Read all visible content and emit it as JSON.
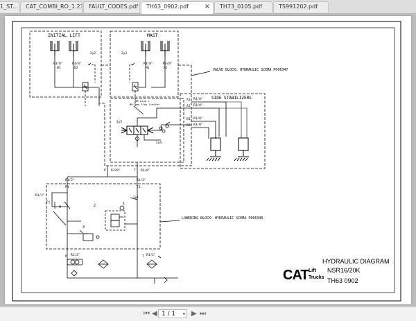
{
  "tabs": [
    {
      "label": "1_ST..."
    },
    {
      "label": "CAT_COMBI_RO_1.23..."
    },
    {
      "label": "FAULT_CODES.pdf"
    },
    {
      "label": "TH63_0902.pdf"
    },
    {
      "label": "TH73_0105.pdf"
    },
    {
      "label": "TS991202.pdf"
    }
  ],
  "active_tab_close": "×",
  "toolbar": {
    "first": "⏮",
    "prev": "◀",
    "page_value": "1 / 1",
    "page_arrow": "▾",
    "next": "▶",
    "last": "⏭"
  },
  "diagram": {
    "initial_lift": "INITIAL LIFT",
    "mast": "MAST",
    "valve_block": "VALVE BLOCK: HYDRAULIC SCEMA P006347",
    "side_stabilizers": "SIDE STABILIZERS",
    "lowering_block": "LOWERING BLOCK: HYDRAULIC SCEMA P006346",
    "ports": {
      "n1": "N1",
      "n2": "N2",
      "m1": "M1",
      "m2": "M2",
      "a1": "A1",
      "a2": "A2",
      "b1": "B1",
      "b2": "B2",
      "p": "P",
      "t": "T",
      "p1": "P1",
      "t1": "T1",
      "pl": "P|"
    },
    "valves": {
      "zy2": "2y2",
      "zy3": "2y3",
      "zy5": "2y5",
      "zy4": "2y4",
      "zyl": "2yl"
    },
    "r3": "R3/8\"",
    "r12": "R1/2\"",
    "fl_note1": "MB plug +",
    "fl_note2": "Ø0.5mm flow limiter",
    "nums": {
      "n4": "4",
      "n2": "2",
      "n3": "3",
      "n1": "1",
      "n2b": "2"
    }
  },
  "title_block": {
    "title": "HYDRAULIC DIAGRAM",
    "model": "NSR16/20K",
    "logo_cat": "CAT",
    "logo_lift": "Lift",
    "logo_trucks": "Trucks",
    "doc": "TH63  0902"
  }
}
